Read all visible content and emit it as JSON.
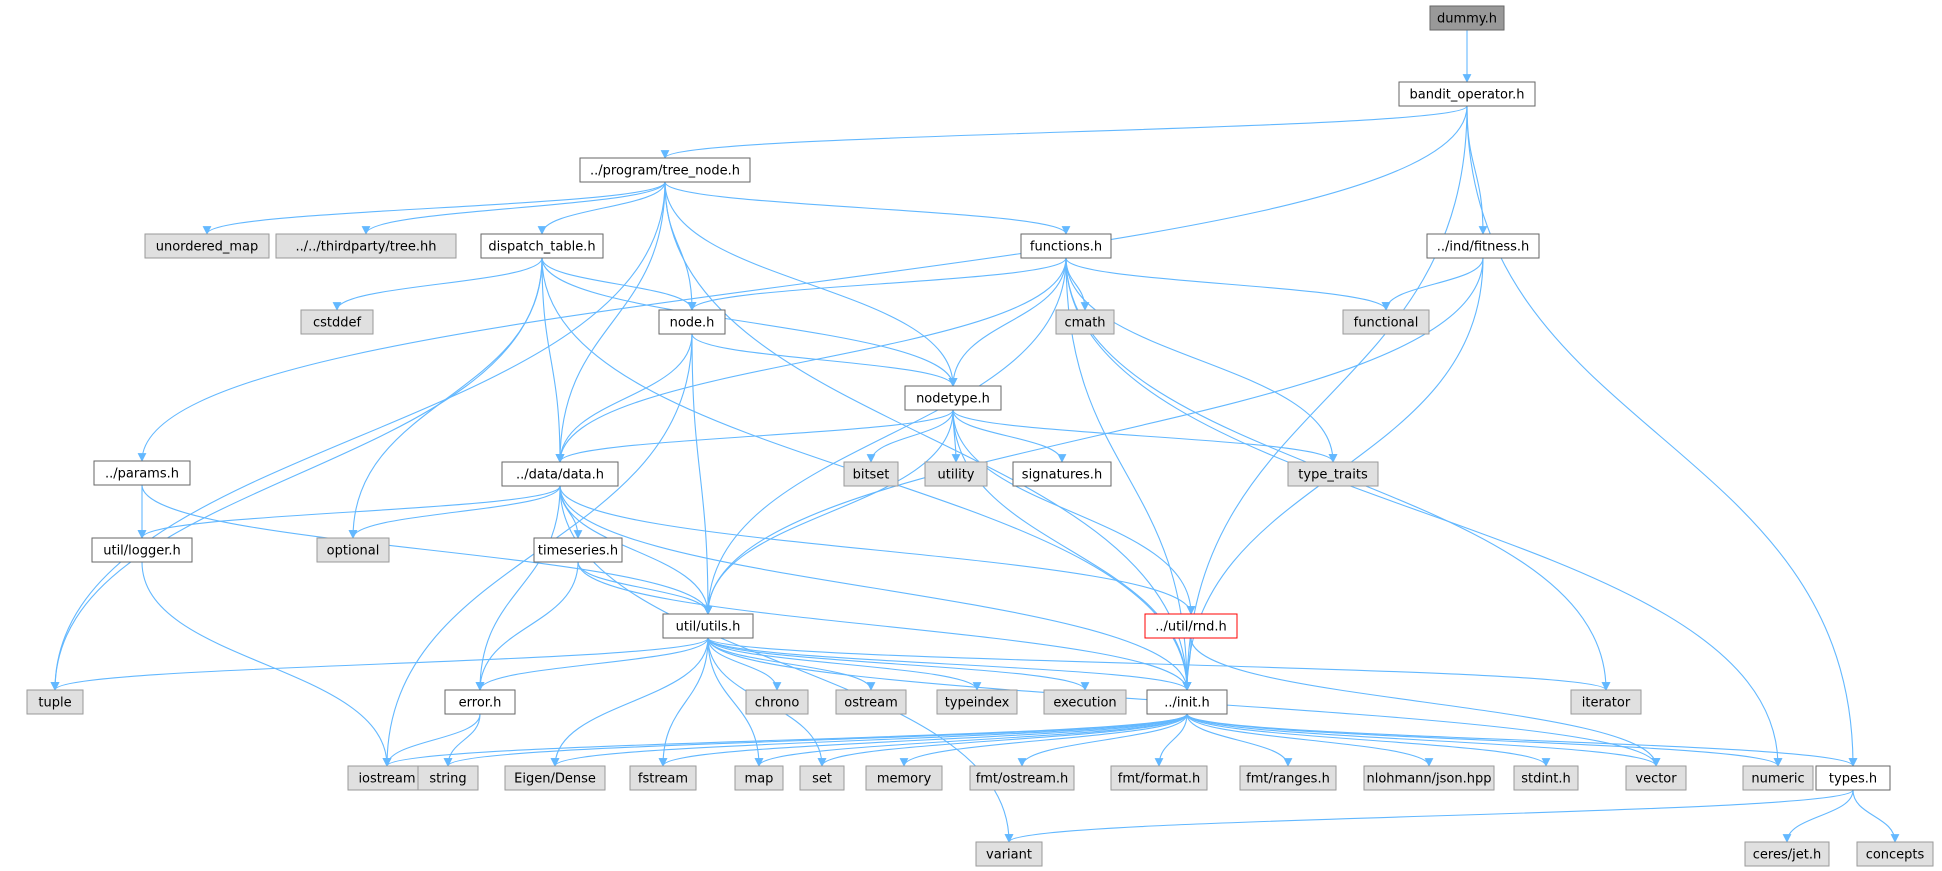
{
  "colors": {
    "edge": "#63b8ff",
    "root_fill": "#999999",
    "root_stroke": "#666666",
    "local_fill": "#ffffff",
    "local_stroke": "#666666",
    "system_fill": "#e0e0e0",
    "system_stroke": "#999999",
    "missing_stroke": "#ff0000"
  },
  "nodes": [
    {
      "id": "dummy",
      "label": "dummy.h",
      "kind": "root"
    },
    {
      "id": "bandit",
      "label": "bandit_operator.h",
      "kind": "local"
    },
    {
      "id": "tree_node",
      "label": "../program/tree_node.h",
      "kind": "local"
    },
    {
      "id": "fitness",
      "label": "../ind/fitness.h",
      "kind": "local"
    },
    {
      "id": "params",
      "label": "../params.h",
      "kind": "local"
    },
    {
      "id": "unordered_map",
      "label": "unordered_map",
      "kind": "system"
    },
    {
      "id": "tree_hh",
      "label": "../../thirdparty/tree.hh",
      "kind": "system"
    },
    {
      "id": "dispatch",
      "label": "dispatch_table.h",
      "kind": "local"
    },
    {
      "id": "functions",
      "label": "functions.h",
      "kind": "local"
    },
    {
      "id": "cstddef",
      "label": "cstddef",
      "kind": "system"
    },
    {
      "id": "node",
      "label": "node.h",
      "kind": "local"
    },
    {
      "id": "cmath",
      "label": "cmath",
      "kind": "system"
    },
    {
      "id": "functional",
      "label": "functional",
      "kind": "system"
    },
    {
      "id": "nodetype",
      "label": "nodetype.h",
      "kind": "local"
    },
    {
      "id": "data",
      "label": "../data/data.h",
      "kind": "local"
    },
    {
      "id": "bitset",
      "label": "bitset",
      "kind": "system"
    },
    {
      "id": "utility",
      "label": "utility",
      "kind": "system"
    },
    {
      "id": "signatures",
      "label": "signatures.h",
      "kind": "local"
    },
    {
      "id": "type_traits",
      "label": "type_traits",
      "kind": "system"
    },
    {
      "id": "logger",
      "label": "util/logger.h",
      "kind": "local"
    },
    {
      "id": "optional",
      "label": "optional",
      "kind": "system"
    },
    {
      "id": "timeseries",
      "label": "timeseries.h",
      "kind": "local"
    },
    {
      "id": "rnd",
      "label": "../util/rnd.h",
      "kind": "missing"
    },
    {
      "id": "utils",
      "label": "util/utils.h",
      "kind": "local"
    },
    {
      "id": "tuple",
      "label": "tuple",
      "kind": "system"
    },
    {
      "id": "error",
      "label": "error.h",
      "kind": "local"
    },
    {
      "id": "chrono",
      "label": "chrono",
      "kind": "system"
    },
    {
      "id": "ostream",
      "label": "ostream",
      "kind": "system"
    },
    {
      "id": "typeindex",
      "label": "typeindex",
      "kind": "system"
    },
    {
      "id": "execution",
      "label": "execution",
      "kind": "system"
    },
    {
      "id": "init",
      "label": "../init.h",
      "kind": "local"
    },
    {
      "id": "iterator",
      "label": "iterator",
      "kind": "system"
    },
    {
      "id": "iostream",
      "label": "iostream",
      "kind": "system"
    },
    {
      "id": "string",
      "label": "string",
      "kind": "system"
    },
    {
      "id": "eigen",
      "label": "Eigen/Dense",
      "kind": "system"
    },
    {
      "id": "fstream",
      "label": "fstream",
      "kind": "system"
    },
    {
      "id": "map",
      "label": "map",
      "kind": "system"
    },
    {
      "id": "set",
      "label": "set",
      "kind": "system"
    },
    {
      "id": "memory",
      "label": "memory",
      "kind": "system"
    },
    {
      "id": "fmt_ostream",
      "label": "fmt/ostream.h",
      "kind": "system"
    },
    {
      "id": "fmt_format",
      "label": "fmt/format.h",
      "kind": "system"
    },
    {
      "id": "fmt_ranges",
      "label": "fmt/ranges.h",
      "kind": "system"
    },
    {
      "id": "json",
      "label": "nlohmann/json.hpp",
      "kind": "system"
    },
    {
      "id": "stdint",
      "label": "stdint.h",
      "kind": "system"
    },
    {
      "id": "vector",
      "label": "vector",
      "kind": "system"
    },
    {
      "id": "numeric",
      "label": "numeric",
      "kind": "system"
    },
    {
      "id": "types",
      "label": "types.h",
      "kind": "local"
    },
    {
      "id": "variant",
      "label": "variant",
      "kind": "system"
    },
    {
      "id": "ceres",
      "label": "ceres/jet.h",
      "kind": "system"
    },
    {
      "id": "concepts",
      "label": "concepts",
      "kind": "system"
    }
  ],
  "edges": [
    [
      "dummy",
      "bandit"
    ],
    [
      "bandit",
      "tree_node"
    ],
    [
      "bandit",
      "params"
    ],
    [
      "bandit",
      "fitness"
    ],
    [
      "bandit",
      "init"
    ],
    [
      "bandit",
      "types"
    ],
    [
      "tree_node",
      "tuple"
    ],
    [
      "tree_node",
      "unordered_map"
    ],
    [
      "tree_node",
      "tree_hh"
    ],
    [
      "tree_node",
      "dispatch"
    ],
    [
      "tree_node",
      "functions"
    ],
    [
      "tree_node",
      "node"
    ],
    [
      "tree_node",
      "nodetype"
    ],
    [
      "tree_node",
      "data"
    ],
    [
      "tree_node",
      "init"
    ],
    [
      "dispatch",
      "tuple"
    ],
    [
      "dispatch",
      "cstddef"
    ],
    [
      "dispatch",
      "node"
    ],
    [
      "dispatch",
      "nodetype"
    ],
    [
      "dispatch",
      "data"
    ],
    [
      "dispatch",
      "optional"
    ],
    [
      "dispatch",
      "init"
    ],
    [
      "functions",
      "node"
    ],
    [
      "functions",
      "cmath"
    ],
    [
      "functions",
      "functional"
    ],
    [
      "functions",
      "nodetype"
    ],
    [
      "functions",
      "data"
    ],
    [
      "functions",
      "utils"
    ],
    [
      "functions",
      "type_traits"
    ],
    [
      "functions",
      "init"
    ],
    [
      "functions",
      "iterator"
    ],
    [
      "functions",
      "numeric"
    ],
    [
      "fitness",
      "functional"
    ],
    [
      "fitness",
      "utils"
    ],
    [
      "fitness",
      "init"
    ],
    [
      "node",
      "nodetype"
    ],
    [
      "node",
      "data"
    ],
    [
      "node",
      "utils"
    ],
    [
      "node",
      "iostream"
    ],
    [
      "nodetype",
      "data"
    ],
    [
      "nodetype",
      "bitset"
    ],
    [
      "nodetype",
      "utility"
    ],
    [
      "nodetype",
      "signatures"
    ],
    [
      "nodetype",
      "type_traits"
    ],
    [
      "nodetype",
      "utils"
    ],
    [
      "nodetype",
      "rnd"
    ],
    [
      "nodetype",
      "init"
    ],
    [
      "params",
      "logger"
    ],
    [
      "params",
      "utils"
    ],
    [
      "data",
      "logger"
    ],
    [
      "data",
      "optional"
    ],
    [
      "data",
      "timeseries"
    ],
    [
      "data",
      "utils"
    ],
    [
      "data",
      "rnd"
    ],
    [
      "data",
      "error"
    ],
    [
      "data",
      "init"
    ],
    [
      "data",
      "variant"
    ],
    [
      "logger",
      "iostream"
    ],
    [
      "timeseries",
      "utils"
    ],
    [
      "timeseries",
      "error"
    ],
    [
      "timeseries",
      "init"
    ],
    [
      "rnd",
      "init"
    ],
    [
      "rnd",
      "vector"
    ],
    [
      "utils",
      "tuple"
    ],
    [
      "utils",
      "error"
    ],
    [
      "utils",
      "chrono"
    ],
    [
      "utils",
      "ostream"
    ],
    [
      "utils",
      "typeindex"
    ],
    [
      "utils",
      "execution"
    ],
    [
      "utils",
      "init"
    ],
    [
      "utils",
      "iterator"
    ],
    [
      "utils",
      "eigen"
    ],
    [
      "utils",
      "fstream"
    ],
    [
      "utils",
      "map"
    ],
    [
      "utils",
      "set"
    ],
    [
      "utils",
      "vector"
    ],
    [
      "error",
      "iostream"
    ],
    [
      "error",
      "string"
    ],
    [
      "init",
      "iostream"
    ],
    [
      "init",
      "string"
    ],
    [
      "init",
      "eigen"
    ],
    [
      "init",
      "fstream"
    ],
    [
      "init",
      "map"
    ],
    [
      "init",
      "set"
    ],
    [
      "init",
      "memory"
    ],
    [
      "init",
      "fmt_ostream"
    ],
    [
      "init",
      "fmt_format"
    ],
    [
      "init",
      "fmt_ranges"
    ],
    [
      "init",
      "json"
    ],
    [
      "init",
      "stdint"
    ],
    [
      "init",
      "vector"
    ],
    [
      "init",
      "numeric"
    ],
    [
      "init",
      "types"
    ],
    [
      "types",
      "variant"
    ],
    [
      "types",
      "ceres"
    ],
    [
      "types",
      "concepts"
    ]
  ]
}
